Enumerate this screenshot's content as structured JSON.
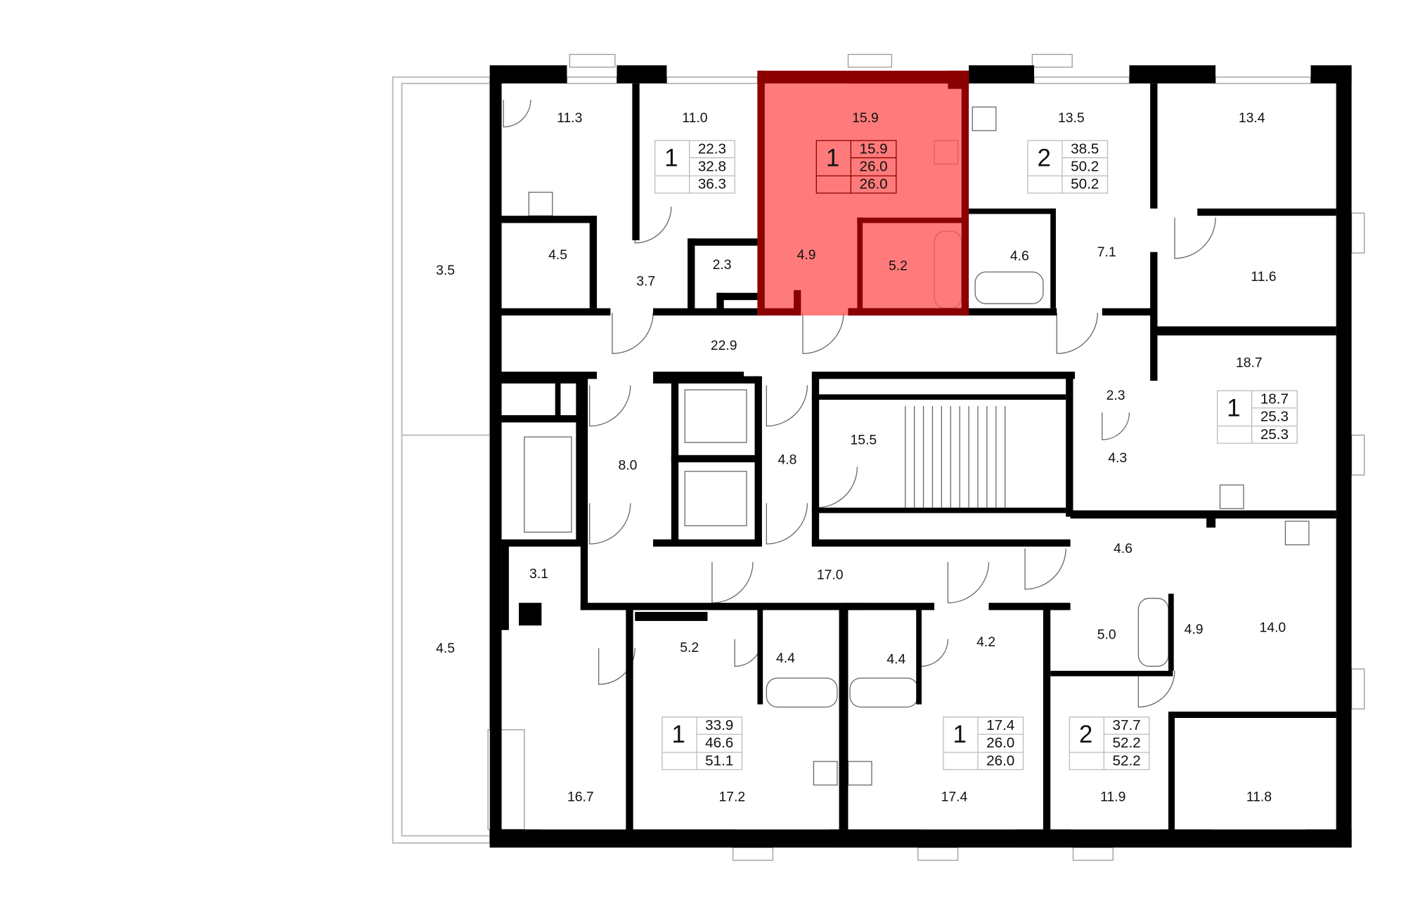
{
  "plan": {
    "colors": {
      "wall": "#000000",
      "highlight": "#ff5a5a",
      "highlight_wall": "#8b0000",
      "thin": "#bbbbbb"
    },
    "rooms": [
      "11.3",
      "11.0",
      "15.9",
      "13.5",
      "13.4",
      "4.5",
      "3.7",
      "2.3",
      "4.9",
      "5.2",
      "4.6",
      "7.1",
      "11.6",
      "3.5",
      "22.9",
      "18.7",
      "2.3",
      "4.3",
      "15.5",
      "8.0",
      "4.8",
      "4.6",
      "3.1",
      "17.0",
      "14.0",
      "4.5",
      "5.2",
      "4.4",
      "4.4",
      "4.2",
      "5.0",
      "4.9",
      "16.7",
      "17.2",
      "17.4",
      "11.9",
      "11.8"
    ],
    "apartments": [
      {
        "rooms": "1",
        "values": [
          "22.3",
          "32.8",
          "36.3"
        ]
      },
      {
        "rooms": "1",
        "values": [
          "15.9",
          "26.0",
          "26.0"
        ],
        "selected": true
      },
      {
        "rooms": "2",
        "values": [
          "38.5",
          "50.2",
          "50.2"
        ]
      },
      {
        "rooms": "1",
        "values": [
          "18.7",
          "25.3",
          "25.3"
        ]
      },
      {
        "rooms": "1",
        "values": [
          "33.9",
          "46.6",
          "51.1"
        ]
      },
      {
        "rooms": "1",
        "values": [
          "17.4",
          "26.0",
          "26.0"
        ]
      },
      {
        "rooms": "2",
        "values": [
          "37.7",
          "52.2",
          "52.2"
        ]
      }
    ]
  }
}
